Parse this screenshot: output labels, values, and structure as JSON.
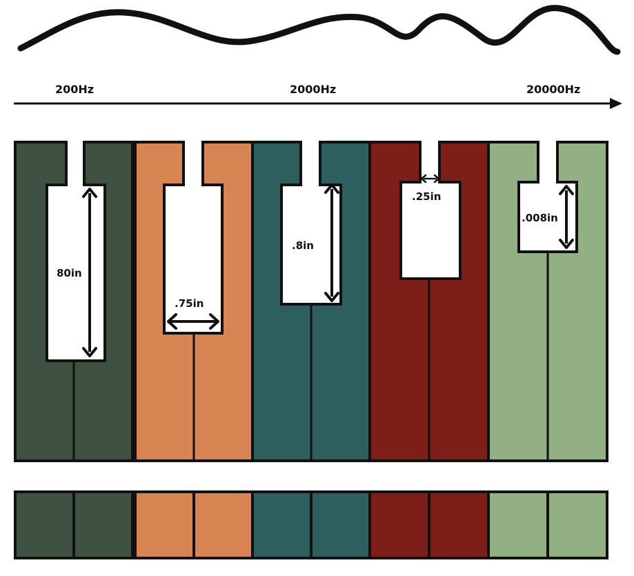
{
  "frequency_axis": {
    "labels": [
      "200Hz",
      "2000Hz",
      "20000Hz"
    ]
  },
  "colors": {
    "dark_green": "#3f5140",
    "orange": "#d98453",
    "teal": "#2c5f5e",
    "red": "#7d1e19",
    "light_green": "#93b084",
    "outline": "#111111",
    "slot": "#ffffff"
  },
  "resonators": [
    {
      "color_key": "dark_green",
      "measurement": "80in",
      "dimension": "length"
    },
    {
      "color_key": "orange",
      "measurement": ".75in",
      "dimension": "width"
    },
    {
      "color_key": "teal",
      "measurement": ".8in",
      "dimension": "length"
    },
    {
      "color_key": "red",
      "measurement": ".25in",
      "dimension": "neck-width"
    },
    {
      "color_key": "light_green",
      "measurement": ".008in",
      "dimension": "length"
    }
  ],
  "icons": [
    "wave-icon",
    "arrow-right-icon",
    "double-arrow-icon"
  ]
}
